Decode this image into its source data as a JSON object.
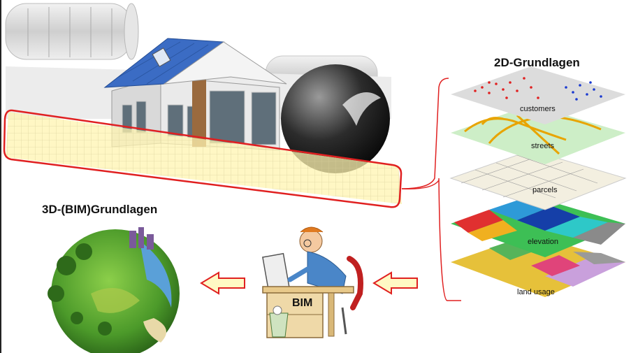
{
  "labels": {
    "title_2d": "2D-Grundlagen",
    "title_3d": "3D-(BIM)Grundlagen",
    "bim": "BIM"
  },
  "layers": [
    {
      "label": "customers"
    },
    {
      "label": "streets"
    },
    {
      "label": "parcels"
    },
    {
      "label": "elevation"
    },
    {
      "label": "land usage"
    }
  ],
  "colors": {
    "highlight_border": "#e02020",
    "highlight_fill": "#fff4b0",
    "arrow_fill": "#fff9c4",
    "arrow_stroke": "#e02020",
    "roof": "#3b6cc4"
  },
  "icons": [
    "house-3d-image",
    "world-globe-image",
    "developer-at-desk-image",
    "gis-layer-stack"
  ]
}
